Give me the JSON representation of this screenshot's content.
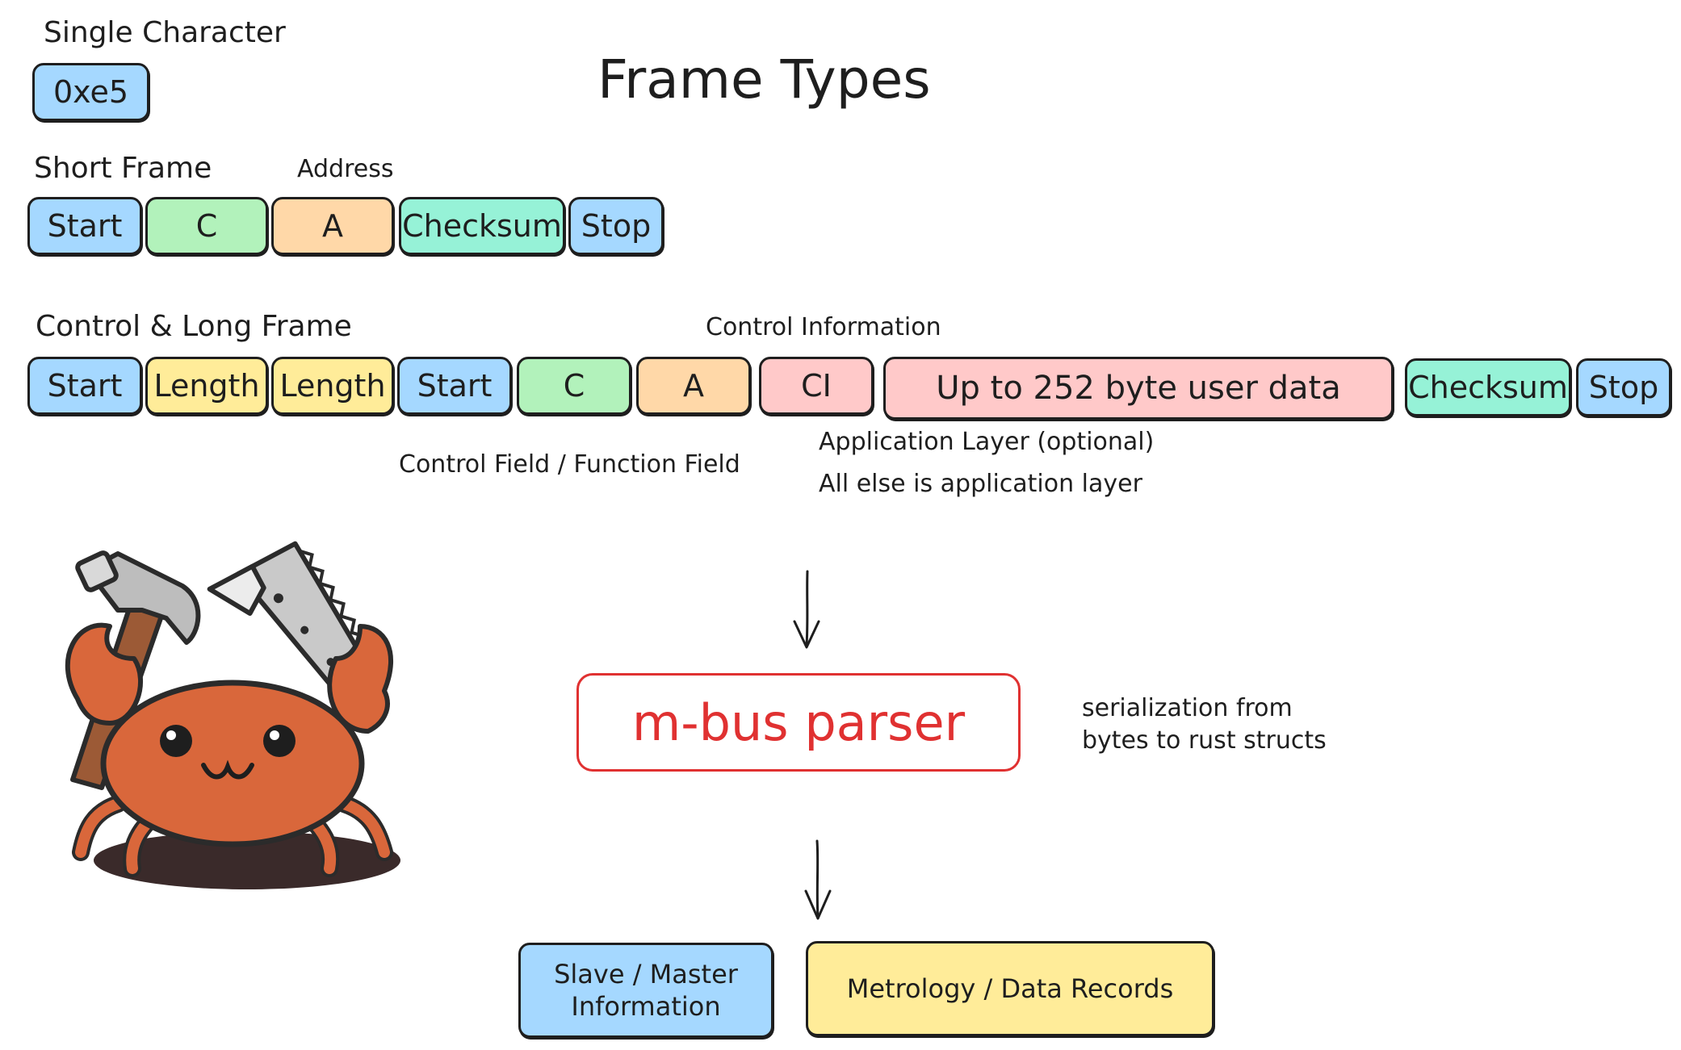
{
  "title": "Frame Types",
  "single_character": {
    "heading": "Single Character",
    "value": "0xe5",
    "color": "#a5d8ff"
  },
  "short_frame": {
    "heading": "Short Frame",
    "address_note": "Address",
    "fields": [
      "Start",
      "C",
      "A",
      "Checksum",
      "Stop"
    ]
  },
  "long_frame": {
    "heading": "Control & Long Frame",
    "control_information_note": "Control Information",
    "fields": [
      "Start",
      "Length",
      "Length",
      "Start",
      "C",
      "A",
      "CI",
      "Up to 252 byte user data",
      "Checksum",
      "Stop"
    ],
    "control_field_note": "Control Field / Function Field",
    "application_layer_note": "Application Layer (optional)",
    "application_else_note": "All else is application layer"
  },
  "parser": {
    "label": "m-bus parser",
    "note_line1": "serialization from",
    "note_line2": "bytes to rust structs",
    "color": "#e03131"
  },
  "outputs": {
    "left": "Slave / Master Information",
    "right": "Metrology / Data Records"
  },
  "mascot": {
    "icon": "crab-with-hammer-and-saw-icon"
  },
  "colors": {
    "blue": "#a5d8ff",
    "green": "#b2f2bb",
    "orange": "#ffd8a8",
    "teal": "#96f2d7",
    "yellow": "#ffec99",
    "pink": "#ffc9c9",
    "stroke": "#1e1e1e"
  }
}
